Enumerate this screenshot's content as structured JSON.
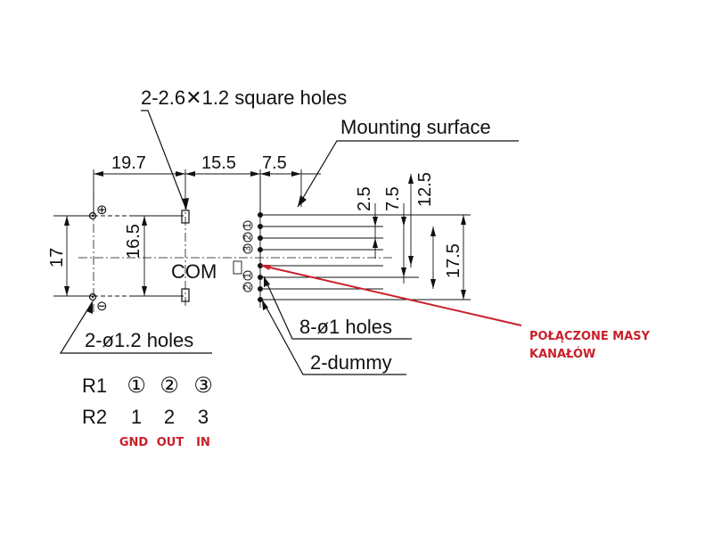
{
  "labels": {
    "square_holes": "2-2.6✕1.2 square holes",
    "mounting_surface": "Mounting surface",
    "holes_12": "2-ø1.2 holes",
    "holes_8": "8-ø1 holes",
    "dummy": "2-dummy",
    "com": "COM"
  },
  "dimensions": {
    "d19_7": "19.7",
    "d15_5": "15.5",
    "d7_5_top": "7.5",
    "d2_5": "2.5",
    "d7_5_vert": "7.5",
    "d12_5": "12.5",
    "d17_5": "17.5",
    "d16_5": "16.5",
    "d17": "17"
  },
  "symbols": {
    "plus": "⊕",
    "minus": "⊖"
  },
  "pin_labels": {
    "top": [
      "1",
      "2",
      "3"
    ],
    "bottom": [
      "2",
      "1"
    ]
  },
  "table": {
    "row1": {
      "name": "R1",
      "cells": [
        "①",
        "②",
        "③"
      ]
    },
    "row2": {
      "name": "R2",
      "cells": [
        "1",
        "2",
        "3"
      ]
    },
    "functions": [
      "GND",
      "OUT",
      "IN"
    ]
  },
  "annotation": {
    "line1": "POŁĄCZONE MASY",
    "line2": "KANAŁÓW",
    "color": "#c8202a"
  }
}
